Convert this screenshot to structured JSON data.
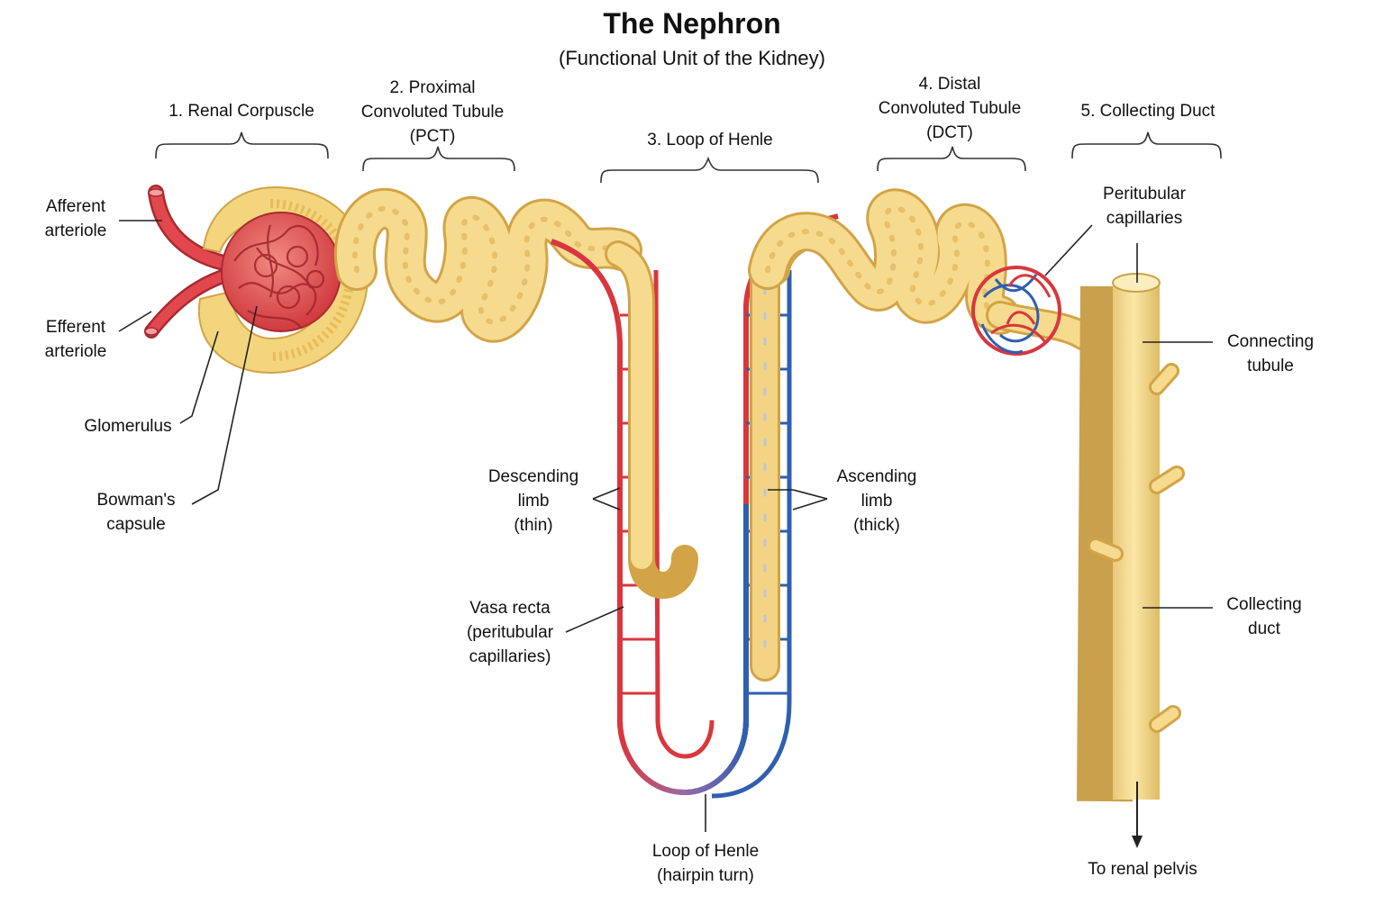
{
  "title": "The Nephron",
  "subtitle": "(Functional Unit of the Kidney)",
  "colors": {
    "tubule": "#f3d68a",
    "tubule_edge": "#d9b45a",
    "artery": "#d9363e",
    "vein": "#2f5fb0",
    "leader": "#222222"
  },
  "sections": {
    "renal_corpuscle": [
      "1. Renal Corpuscle"
    ],
    "pct": [
      "2. Proximal",
      "Convoluted Tubule",
      "(PCT)"
    ],
    "loop": [
      "3. Loop of Henle"
    ],
    "dct": [
      "4. Distal",
      "Convoluted Tubule",
      "(DCT)"
    ],
    "collecting": [
      "5. Collecting Duct"
    ]
  },
  "labels": {
    "afferent": [
      "Afferent",
      "arteriole"
    ],
    "efferent": [
      "Efferent",
      "arteriole"
    ],
    "glomerulus": [
      "Glomerulus"
    ],
    "bowmans": [
      "Bowman's",
      "capsule"
    ],
    "descending": [
      "Descending",
      "limb",
      "(thin)"
    ],
    "vasa_recta": [
      "Vasa recta",
      "(peritubular",
      "capillaries)"
    ],
    "hairpin": [
      "Loop of Henle",
      "(hairpin turn)"
    ],
    "ascending": [
      "Ascending",
      "limb",
      "(thick)"
    ],
    "peritubular": [
      "Peritubular",
      "capillaries"
    ],
    "connecting": [
      "Connecting",
      "tubule"
    ],
    "collecting_duct": [
      "Collecting",
      "duct"
    ],
    "renal_pelvis": [
      "To renal pelvis"
    ]
  }
}
